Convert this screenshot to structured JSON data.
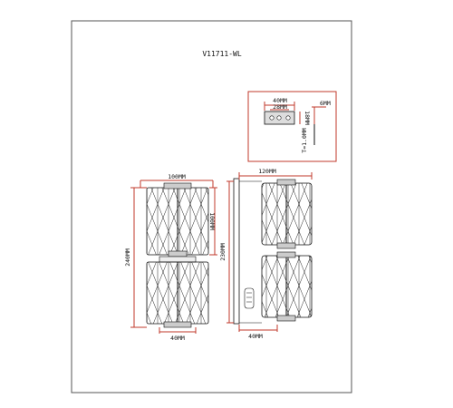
{
  "model": "V11711-WL",
  "dims": {
    "bracket_width": "40MM",
    "hole_spacing": "28MM",
    "bracket_height": "18MM",
    "screw_offset": "6MM",
    "cable_dia": "T=1.0MM",
    "front_width": "100MM",
    "front_module_height": "100MM",
    "front_total_height": "240MM",
    "front_bottom_width": "40MM",
    "side_width": "120MM",
    "side_height": "230MM",
    "side_base_width": "40MM"
  },
  "colors": {
    "dimension": "#c0392b",
    "line": "#111111",
    "border": "#555555"
  }
}
